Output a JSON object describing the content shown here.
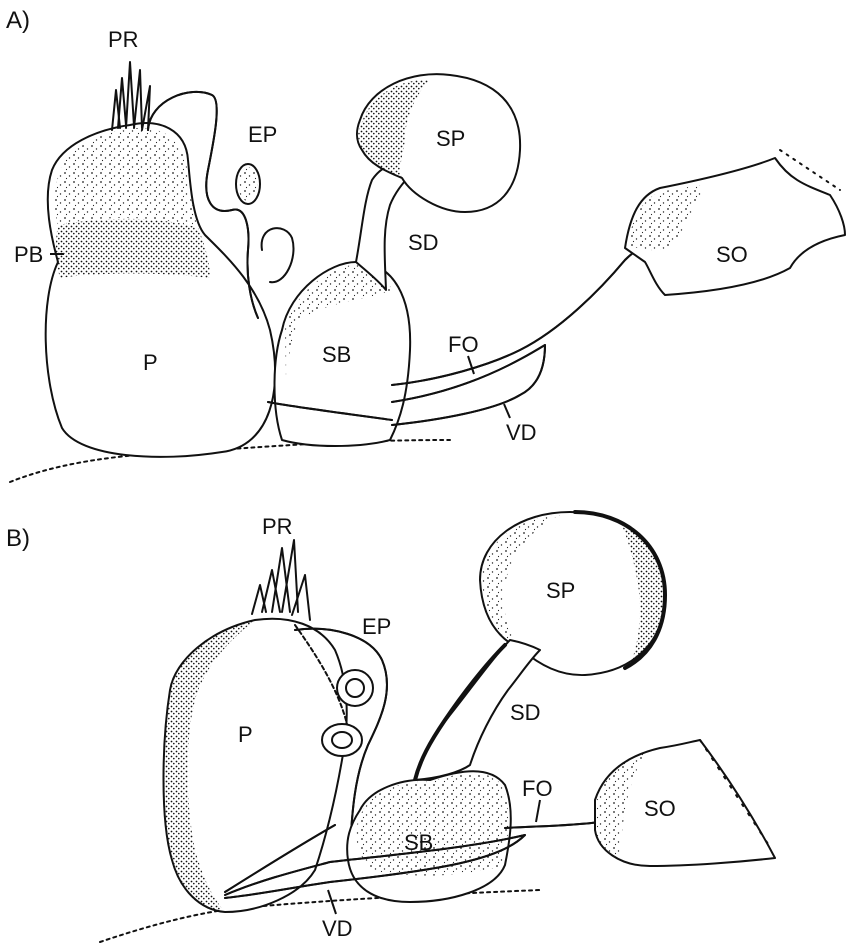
{
  "panels": [
    {
      "label": "A)",
      "structures": {
        "PR": "PR",
        "EP": "EP",
        "SP": "SP",
        "PB": "PB",
        "SD": "SD",
        "SO": "SO",
        "P": "P",
        "SB": "SB",
        "FO": "FO",
        "VD": "VD"
      }
    },
    {
      "label": "B)",
      "structures": {
        "PR": "PR",
        "EP": "EP",
        "SP": "SP",
        "P": "P",
        "SD": "SD",
        "FO": "FO",
        "SO": "SO",
        "SB": "SB",
        "VD": "VD"
      }
    }
  ]
}
